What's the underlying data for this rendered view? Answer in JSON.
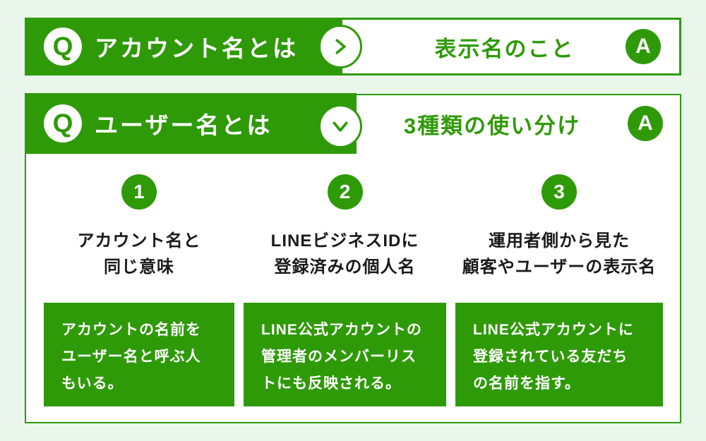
{
  "colors": {
    "green": "#2F9A08",
    "page_background": "#EAF6EB",
    "text_dark": "#1A1A1A",
    "white": "#FFFFFF"
  },
  "banner_q1": {
    "q_badge": "Q",
    "question": "アカウント名とは",
    "answer": "表示名のこと",
    "a_badge": "A"
  },
  "banner_q2": {
    "q_badge": "Q",
    "question": "ユーザー名とは",
    "answer": "3種類の使い分け",
    "a_badge": "A"
  },
  "items": [
    {
      "number": "1",
      "title": "アカウント名と\n同じ意味",
      "description": "アカウントの名前を\nユーザー名と呼ぶ人\nもいる。"
    },
    {
      "number": "2",
      "title": "LINEビジネスIDに\n登録済みの個人名",
      "description": "LINE公式アカウントの\n管理者のメンバーリス\nトにも反映される。"
    },
    {
      "number": "3",
      "title": "運用者側から見た\n顧客やユーザーの表示名",
      "description": "LINE公式アカウントに\n登録されている友だち\nの名前を指す。"
    }
  ]
}
